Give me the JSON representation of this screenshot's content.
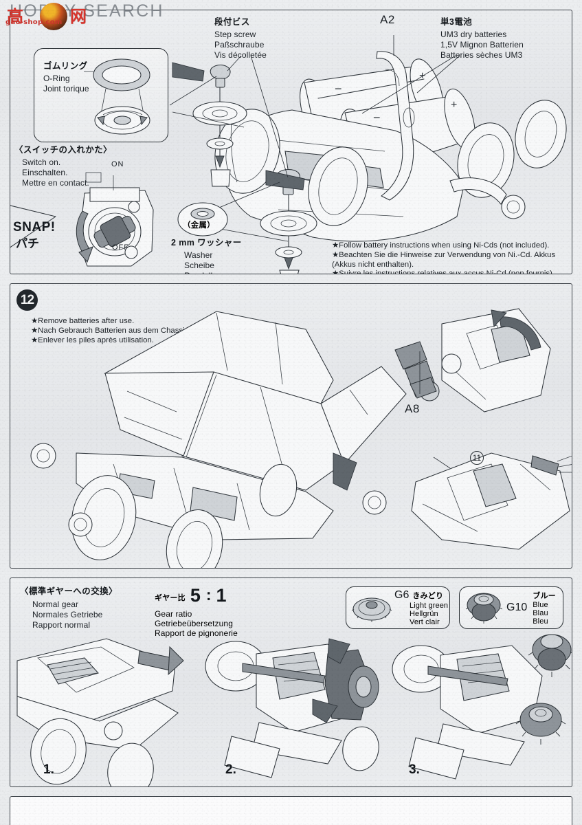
{
  "document": {
    "type": "model-kit-instruction-manual-page",
    "watermark": {
      "text": "HOBBY SEARCH",
      "logo_cn_left": "高",
      "logo_cn_right": "网",
      "url": "gao-shop.com"
    }
  },
  "panel_top": {
    "oring_callout": {
      "jp": "ゴムリング",
      "en": "O-Ring",
      "fr": "Joint torique"
    },
    "step_screw": {
      "jp": "段付ビス",
      "en": "Step screw",
      "de": "Paßschraube",
      "fr": "Vis décolletée"
    },
    "part_a2": "A2",
    "battery": {
      "jp": "単3電池",
      "en": "UM3 dry batteries",
      "de": "1,5V Mignon Batterien",
      "fr": "Batteries sèches UM3"
    },
    "switch": {
      "jp": "〈スイッチの入れかた〉",
      "en": "Switch on.",
      "de": "Einschalten.",
      "fr": "Mettre en contact.",
      "snap_en": "SNAP!",
      "snap_jp": "パチ",
      "on": "ON",
      "off": "OFF"
    },
    "washer": {
      "metal_jp": "（金属）",
      "jp": "2 mm ワッシャー",
      "en": "Washer",
      "de": "Scheibe",
      "fr": "Rondelle"
    },
    "nicd_notes": [
      "★Follow battery instructions when using Ni-Cds (not included).",
      "★Beachten Sie die Hinweise zur Verwendung von Ni.-Cd. Akkus",
      "(Akkus nicht enthalten).",
      "★Suivre les instructions relatives aux accus Ni-Cd (non fournis)."
    ]
  },
  "panel_step12": {
    "step_number": "12",
    "notes": [
      "★Remove batteries after use.",
      "★Nach Gebrauch Batterien aus dem Chassis entfernen.",
      "★Enlever les piles après utilisation."
    ],
    "part_a8": "A8",
    "circled_ref": "11"
  },
  "panel_gear": {
    "title": {
      "jp": "〈標準ギヤーへの交換〉",
      "en": "Normal gear",
      "de": "Normales Getriebe",
      "fr": "Rapport normal"
    },
    "ratio": {
      "jp": "ギヤー比",
      "value_left": "5",
      "colon": ":",
      "value_right": "1",
      "en": "Gear ratio",
      "de": "Getriebeübersetzung",
      "fr": "Rapport de pignonerie"
    },
    "parts": [
      {
        "code": "G6",
        "jp": "きみどり",
        "en": "Light green",
        "de": "Hellgrün",
        "fr": "Vert clair"
      },
      {
        "code": "G10",
        "jp": "ブルー",
        "en": "Blue",
        "de": "Blau",
        "fr": "Bleu"
      }
    ],
    "substeps": [
      "1.",
      "2.",
      "3."
    ]
  },
  "colors": {
    "paper": "#eceef0",
    "ink": "#2e343a",
    "badge": "#22272c",
    "watermark_red": "#d8342c",
    "watermark_gray": "#6c7379"
  }
}
